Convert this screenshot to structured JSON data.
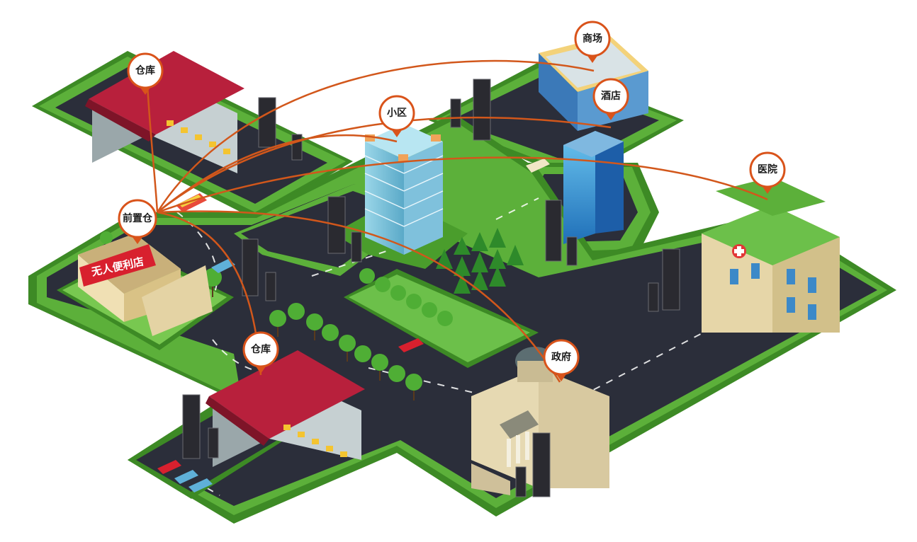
{
  "scene": {
    "store_sign": "无人便利店",
    "colors": {
      "grass": "#5cb03a",
      "grass_edge": "#3d8a25",
      "road": "#2b2e3a",
      "route_line": "#d2571b",
      "pin_ring": "#d9531a",
      "roof_red": "#b8203c",
      "warehouse_wall": "#b9c4c6"
    }
  },
  "hub": {
    "label": "前置仓"
  },
  "destinations": [
    {
      "id": "warehouse-top",
      "label": "仓库"
    },
    {
      "id": "community",
      "label": "小区"
    },
    {
      "id": "mall",
      "label": "商场"
    },
    {
      "id": "hotel",
      "label": "酒店"
    },
    {
      "id": "hospital",
      "label": "医院"
    },
    {
      "id": "government",
      "label": "政府"
    },
    {
      "id": "warehouse-bottom",
      "label": "仓库"
    }
  ]
}
